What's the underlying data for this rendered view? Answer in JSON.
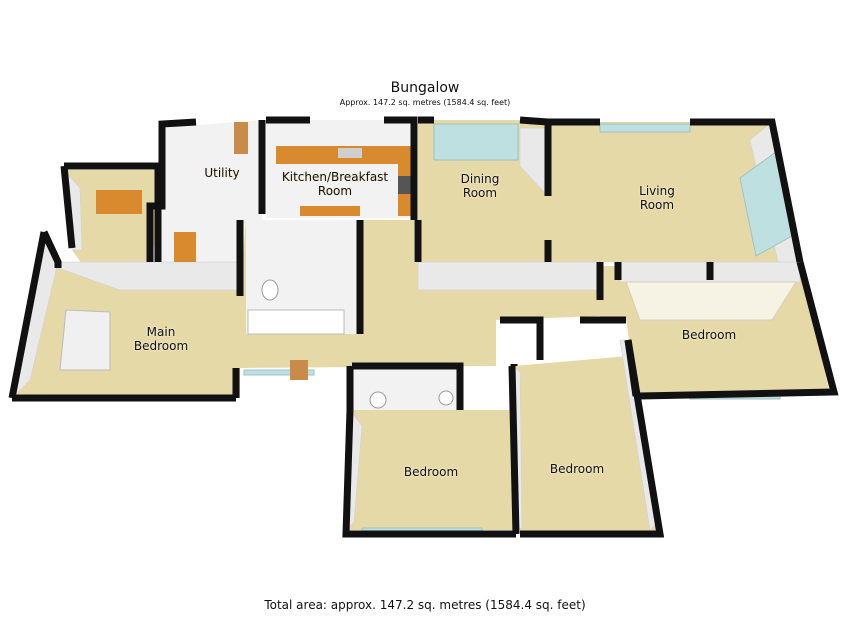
{
  "header": {
    "title": "Bungalow",
    "subtitle": "Approx. 147.2 sq. metres (1584.4 sq. feet)"
  },
  "rooms": {
    "utility": "Utility",
    "kitchen": "Kitchen/Breakfast\nRoom",
    "dining": "Dining\nRoom",
    "living": "Living\nRoom",
    "main_bedroom": "Main\nBedroom",
    "bedroom_east": "Bedroom",
    "bedroom_south_left": "Bedroom",
    "bedroom_south_right": "Bedroom"
  },
  "footer": {
    "total_area": "Total area: approx. 147.2 sq. metres (1584.4 sq. feet)"
  },
  "colors": {
    "floor": "#e6d9a8",
    "tile": "#f2f2f2",
    "wall_top": "#111111",
    "wall_face": "#e9e9e9",
    "kitchen_counter": "#d98a2e",
    "window": "#bfe0e0"
  }
}
